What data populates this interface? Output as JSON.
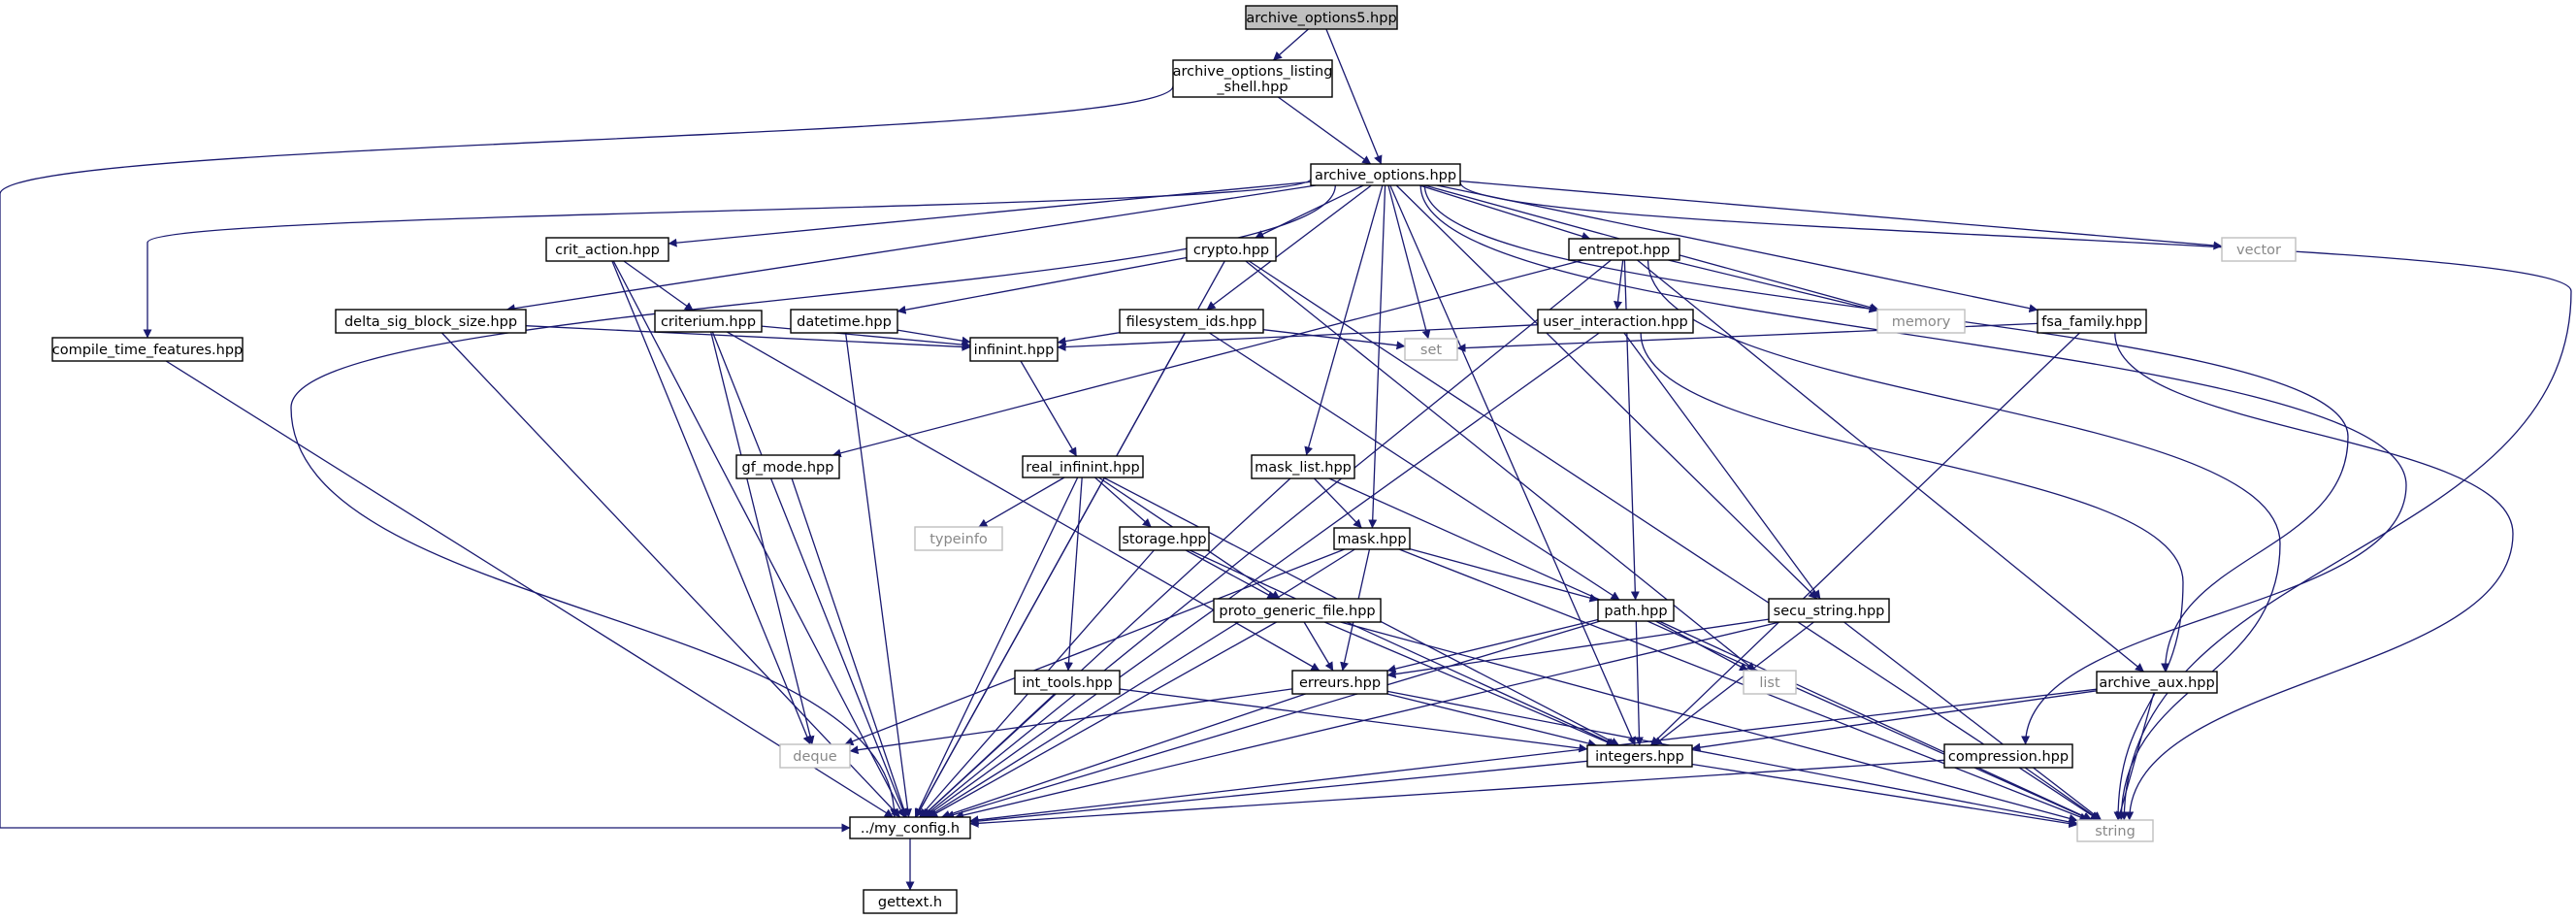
{
  "title": "archive_options5.hpp",
  "colors": {
    "edge": "#191970",
    "current_node_fill": "#bfbfbf",
    "external_node_border": "#bfbfbf",
    "external_node_text": "#888888"
  },
  "nodes": [
    {
      "id": "archive_options5",
      "label": [
        "archive_options5.hpp"
      ],
      "kind": "current"
    },
    {
      "id": "archive_options_listing_shell",
      "label": [
        "archive_options_listing",
        "_shell.hpp"
      ],
      "kind": "file"
    },
    {
      "id": "archive_options",
      "label": [
        "archive_options.hpp"
      ],
      "kind": "file"
    },
    {
      "id": "crit_action",
      "label": [
        "crit_action.hpp"
      ],
      "kind": "file"
    },
    {
      "id": "crypto",
      "label": [
        "crypto.hpp"
      ],
      "kind": "file"
    },
    {
      "id": "entrepot",
      "label": [
        "entrepot.hpp"
      ],
      "kind": "file"
    },
    {
      "id": "vector",
      "label": [
        "vector"
      ],
      "kind": "external"
    },
    {
      "id": "delta_sig_block_size",
      "label": [
        "delta_sig_block_size.hpp"
      ],
      "kind": "file"
    },
    {
      "id": "criterium",
      "label": [
        "criterium.hpp"
      ],
      "kind": "file"
    },
    {
      "id": "datetime",
      "label": [
        "datetime.hpp"
      ],
      "kind": "file"
    },
    {
      "id": "filesystem_ids",
      "label": [
        "filesystem_ids.hpp"
      ],
      "kind": "file"
    },
    {
      "id": "user_interaction",
      "label": [
        "user_interaction.hpp"
      ],
      "kind": "file"
    },
    {
      "id": "memory",
      "label": [
        "memory"
      ],
      "kind": "external"
    },
    {
      "id": "fsa_family",
      "label": [
        "fsa_family.hpp"
      ],
      "kind": "file"
    },
    {
      "id": "compile_time_features",
      "label": [
        "compile_time_features.hpp"
      ],
      "kind": "file"
    },
    {
      "id": "infinint",
      "label": [
        "infinint.hpp"
      ],
      "kind": "file"
    },
    {
      "id": "set",
      "label": [
        "set"
      ],
      "kind": "external"
    },
    {
      "id": "gf_mode",
      "label": [
        "gf_mode.hpp"
      ],
      "kind": "file"
    },
    {
      "id": "real_infinint",
      "label": [
        "real_infinint.hpp"
      ],
      "kind": "file"
    },
    {
      "id": "mask_list",
      "label": [
        "mask_list.hpp"
      ],
      "kind": "file"
    },
    {
      "id": "typeinfo",
      "label": [
        "typeinfo"
      ],
      "kind": "external"
    },
    {
      "id": "storage",
      "label": [
        "storage.hpp"
      ],
      "kind": "file"
    },
    {
      "id": "mask",
      "label": [
        "mask.hpp"
      ],
      "kind": "file"
    },
    {
      "id": "proto_generic_file",
      "label": [
        "proto_generic_file.hpp"
      ],
      "kind": "file"
    },
    {
      "id": "path",
      "label": [
        "path.hpp"
      ],
      "kind": "file"
    },
    {
      "id": "secu_string",
      "label": [
        "secu_string.hpp"
      ],
      "kind": "file"
    },
    {
      "id": "int_tools",
      "label": [
        "int_tools.hpp"
      ],
      "kind": "file"
    },
    {
      "id": "erreurs",
      "label": [
        "erreurs.hpp"
      ],
      "kind": "file"
    },
    {
      "id": "list",
      "label": [
        "list"
      ],
      "kind": "external"
    },
    {
      "id": "archive_aux",
      "label": [
        "archive_aux.hpp"
      ],
      "kind": "file"
    },
    {
      "id": "deque",
      "label": [
        "deque"
      ],
      "kind": "external"
    },
    {
      "id": "integers",
      "label": [
        "integers.hpp"
      ],
      "kind": "file"
    },
    {
      "id": "compression",
      "label": [
        "compression.hpp"
      ],
      "kind": "file"
    },
    {
      "id": "my_config",
      "label": [
        "../my_config.h"
      ],
      "kind": "file"
    },
    {
      "id": "string",
      "label": [
        "string"
      ],
      "kind": "external"
    },
    {
      "id": "gettext",
      "label": [
        "gettext.h"
      ],
      "kind": "file"
    }
  ],
  "edges": [
    [
      "archive_options5",
      "archive_options_listing_shell"
    ],
    [
      "archive_options5",
      "archive_options"
    ],
    [
      "archive_options_listing_shell",
      "archive_options"
    ],
    [
      "archive_options_listing_shell",
      "my_config"
    ],
    [
      "archive_options",
      "crit_action"
    ],
    [
      "archive_options",
      "crypto"
    ],
    [
      "archive_options",
      "entrepot"
    ],
    [
      "archive_options",
      "vector"
    ],
    [
      "archive_options",
      "delta_sig_block_size"
    ],
    [
      "archive_options",
      "filesystem_ids"
    ],
    [
      "archive_options",
      "memory"
    ],
    [
      "archive_options",
      "fsa_family"
    ],
    [
      "archive_options",
      "compile_time_features"
    ],
    [
      "archive_options",
      "set"
    ],
    [
      "archive_options",
      "mask_list"
    ],
    [
      "archive_options",
      "mask"
    ],
    [
      "archive_options",
      "secu_string"
    ],
    [
      "archive_options",
      "archive_aux"
    ],
    [
      "archive_options",
      "integers"
    ],
    [
      "archive_options",
      "compression"
    ],
    [
      "archive_options",
      "my_config"
    ],
    [
      "archive_options",
      "string"
    ],
    [
      "crit_action",
      "criterium"
    ],
    [
      "crit_action",
      "deque"
    ],
    [
      "crit_action",
      "my_config"
    ],
    [
      "crypto",
      "datetime"
    ],
    [
      "crypto",
      "list"
    ],
    [
      "crypto",
      "string"
    ],
    [
      "crypto",
      "my_config"
    ],
    [
      "entrepot",
      "user_interaction"
    ],
    [
      "entrepot",
      "memory"
    ],
    [
      "entrepot",
      "path"
    ],
    [
      "entrepot",
      "gf_mode"
    ],
    [
      "entrepot",
      "archive_aux"
    ],
    [
      "entrepot",
      "string"
    ],
    [
      "entrepot",
      "my_config"
    ],
    [
      "delta_sig_block_size",
      "infinint"
    ],
    [
      "delta_sig_block_size",
      "my_config"
    ],
    [
      "criterium",
      "infinint"
    ],
    [
      "criterium",
      "erreurs"
    ],
    [
      "criterium",
      "deque"
    ],
    [
      "criterium",
      "my_config"
    ],
    [
      "datetime",
      "infinint"
    ],
    [
      "datetime",
      "my_config"
    ],
    [
      "filesystem_ids",
      "infinint"
    ],
    [
      "filesystem_ids",
      "set"
    ],
    [
      "filesystem_ids",
      "path"
    ],
    [
      "filesystem_ids",
      "my_config"
    ],
    [
      "user_interaction",
      "infinint"
    ],
    [
      "user_interaction",
      "secu_string"
    ],
    [
      "user_interaction",
      "string"
    ],
    [
      "user_interaction",
      "my_config"
    ],
    [
      "fsa_family",
      "set"
    ],
    [
      "fsa_family",
      "integers"
    ],
    [
      "fsa_family",
      "string"
    ],
    [
      "compile_time_features",
      "my_config"
    ],
    [
      "infinint",
      "real_infinint"
    ],
    [
      "gf_mode",
      "my_config"
    ],
    [
      "real_infinint",
      "typeinfo"
    ],
    [
      "real_infinint",
      "storage"
    ],
    [
      "real_infinint",
      "proto_generic_file"
    ],
    [
      "real_infinint",
      "int_tools"
    ],
    [
      "real_infinint",
      "integers"
    ],
    [
      "real_infinint",
      "my_config"
    ],
    [
      "mask_list",
      "mask"
    ],
    [
      "mask_list",
      "string"
    ],
    [
      "mask_list",
      "my_config"
    ],
    [
      "storage",
      "proto_generic_file"
    ],
    [
      "storage",
      "integers"
    ],
    [
      "storage",
      "my_config"
    ],
    [
      "mask",
      "path"
    ],
    [
      "mask",
      "erreurs"
    ],
    [
      "mask",
      "deque"
    ],
    [
      "mask",
      "string"
    ],
    [
      "mask",
      "my_config"
    ],
    [
      "proto_generic_file",
      "erreurs"
    ],
    [
      "proto_generic_file",
      "integers"
    ],
    [
      "proto_generic_file",
      "string"
    ],
    [
      "proto_generic_file",
      "my_config"
    ],
    [
      "path",
      "erreurs"
    ],
    [
      "path",
      "list"
    ],
    [
      "path",
      "integers"
    ],
    [
      "path",
      "string"
    ],
    [
      "path",
      "my_config"
    ],
    [
      "secu_string",
      "erreurs"
    ],
    [
      "secu_string",
      "integers"
    ],
    [
      "secu_string",
      "string"
    ],
    [
      "secu_string",
      "my_config"
    ],
    [
      "int_tools",
      "integers"
    ],
    [
      "int_tools",
      "my_config"
    ],
    [
      "erreurs",
      "deque"
    ],
    [
      "erreurs",
      "integers"
    ],
    [
      "erreurs",
      "string"
    ],
    [
      "erreurs",
      "my_config"
    ],
    [
      "archive_aux",
      "integers"
    ],
    [
      "archive_aux",
      "string"
    ],
    [
      "archive_aux",
      "my_config"
    ],
    [
      "integers",
      "my_config"
    ],
    [
      "integers",
      "string"
    ],
    [
      "compression",
      "string"
    ],
    [
      "compression",
      "my_config"
    ],
    [
      "my_config",
      "gettext"
    ]
  ]
}
